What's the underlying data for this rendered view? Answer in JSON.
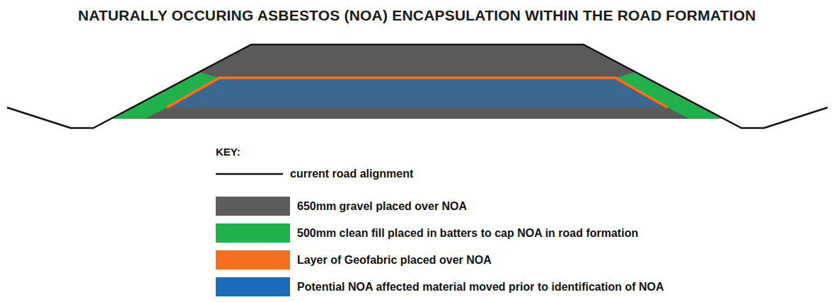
{
  "diagram": {
    "title": "NATURALLY OCCURING ASBESTOS (NOA) ENCAPSULATION WITHIN THE ROAD FORMATION",
    "labels": [
      "KEY:"
    ],
    "legend": [
      {
        "text": "current road alignment"
      },
      {
        "text": "650mm gravel placed over NOA",
        "color": "#5c5c5c"
      },
      {
        "text": "500mm clean fill placed in batters to cap NOA in road formation",
        "color": "#20b14c"
      },
      {
        "text": "Layer of Geofabric placed over NOA",
        "color": "#f37021"
      },
      {
        "text": "Potential NOA affected material moved prior to identification of NOA",
        "color": "#1b6cb8"
      }
    ]
  }
}
